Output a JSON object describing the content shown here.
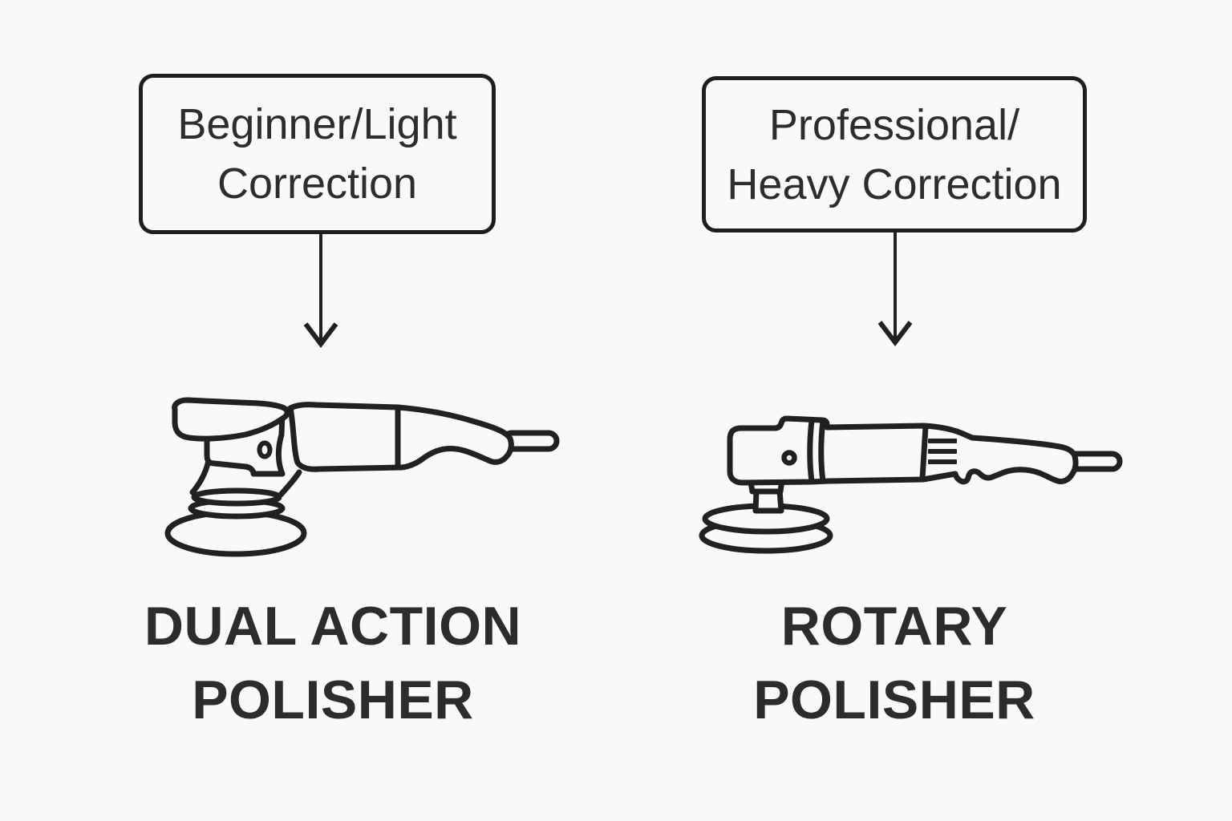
{
  "canvas": {
    "background": "#f9f9f7"
  },
  "style": {
    "line_color": "#1f2122",
    "text_color": "#2b2d2e",
    "caption_color": "#2b2d2d",
    "box_border_color": "#1c1e1f"
  },
  "icons": {
    "left_arrow": "down-arrow",
    "right_arrow": "down-arrow",
    "left_illustration": "dual-action-polisher",
    "right_illustration": "rotary-polisher"
  },
  "columns": {
    "left": {
      "tag": {
        "line1": "Beginner/Light",
        "line2": "Correction"
      },
      "caption": {
        "line1": "DUAL ACTION",
        "line2": "POLISHER"
      }
    },
    "right": {
      "tag": {
        "line1": "Professional/",
        "line2": "Heavy Correction"
      },
      "caption": {
        "line1": "ROTARY",
        "line2": "POLISHER"
      }
    }
  }
}
